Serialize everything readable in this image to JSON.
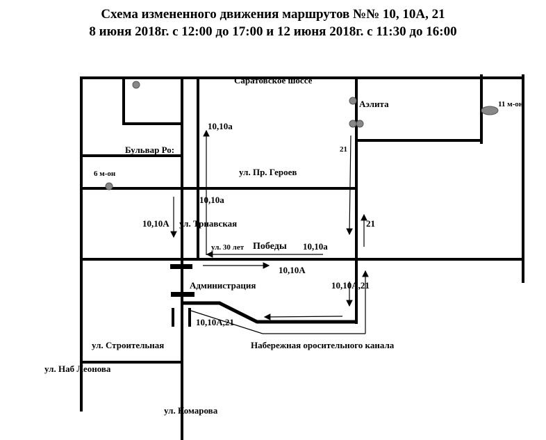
{
  "title": {
    "line1": "Схема  измененного  движения маршрутов  №№   10, 10А, 21",
    "line2": "8 июня 2018г.  с 12:00 до 17:00  и 12 июня 2018г. с 11:30 до 16:00"
  },
  "streets": {
    "saratov": "Саратовское шоссе",
    "bulvar": "Бульвар Ро:",
    "geroev": "ул. Пр. Героев",
    "trnavskaya": "ул. Трнавская",
    "pobedy_prefix": "ул. 30 лет",
    "pobedy": "Победы",
    "stroitelnaya": "ул. Строительная",
    "leonova": "ул. Наб  Леонова",
    "komarova": "ул. Комарова",
    "kanal": "Набережная оросительного канала"
  },
  "places": {
    "aelita": "Аэлита",
    "mkr11": "11 м-он",
    "mkr6": "6 м-он",
    "admin": "Администрация"
  },
  "routes": {
    "r1": "10,10а",
    "r2": "10,10а",
    "r3": "10,10А",
    "r4": "10,10а",
    "r5": "10,10А",
    "r6": "21",
    "r7": "21",
    "r8": "10,10А,21",
    "r9": "10,10А,21"
  }
}
